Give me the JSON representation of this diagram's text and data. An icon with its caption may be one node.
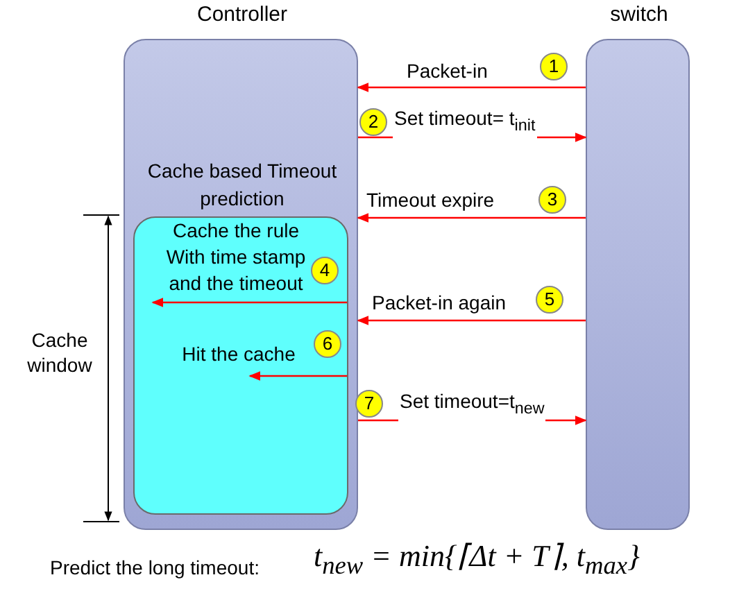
{
  "diagram": {
    "nodes": [
      {
        "text": [
          "Controller",
          "Cache based Timeout prediction"
        ]
      },
      {
        "text": [
          "switch"
        ]
      },
      {
        "text": [
          "Cache the rule With time stamp and the timeout",
          "Hit the cache"
        ],
        "in": 0
      }
    ],
    "edges": [
      {
        "from": 1,
        "to": 0,
        "arrow": "to",
        "label": "Packet-in"
      },
      {
        "from": 0,
        "to": 1,
        "arrow": "to",
        "label": "Set timeout= t$_{init}$"
      },
      {
        "from": 1,
        "to": 0,
        "arrow": "to",
        "label": "Timeout expire"
      },
      {
        "from": null,
        "to": 2,
        "arrow": "to"
      },
      {
        "from": 1,
        "to": 0,
        "arrow": "to",
        "label": "Packet-in again"
      },
      {
        "from": null,
        "to": 2,
        "arrow": "to"
      },
      {
        "from": 0,
        "to": 1,
        "arrow": "to",
        "label": "Set timeout=t$_{new}$"
      }
    ],
    "labels": [
      "1",
      "2",
      "3",
      "4",
      "5",
      "Cache window",
      "6",
      "7",
      "Predict the long timeout:",
      "t$_{new}$ = min{⌈Δt + T⌉, t$_{max}$}"
    ]
  }
}
